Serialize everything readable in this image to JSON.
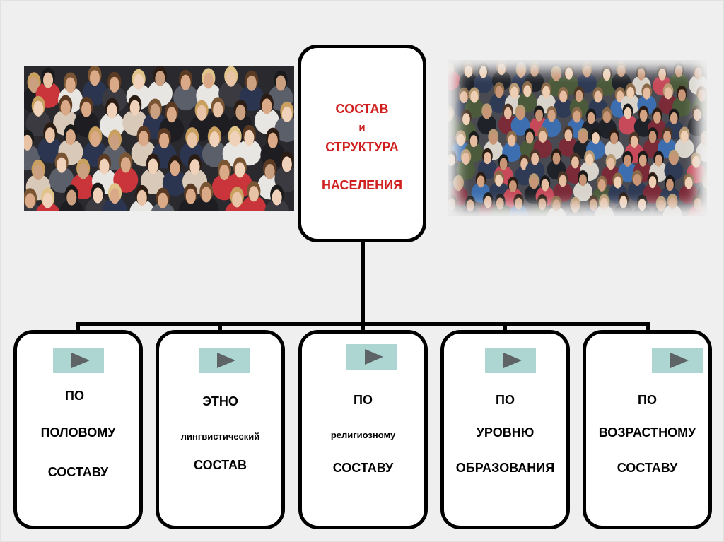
{
  "diagram": {
    "root": {
      "lines": [
        "СОСТАВ",
        "и",
        "СТРУКТУРА",
        "НАСЕЛЕНИЯ"
      ]
    },
    "children": [
      {
        "lines": [
          "ПО",
          "ПОЛОВОМУ",
          "СОСТАВУ"
        ]
      },
      {
        "lines": [
          "ЭТНО",
          "лингвистический",
          "СОСТАВ"
        ]
      },
      {
        "lines": [
          "ПО",
          "религиозному",
          "СОСТАВУ"
        ]
      },
      {
        "lines": [
          "ПО",
          "УРОВНЮ",
          "ОБРАЗОВАНИЯ"
        ]
      },
      {
        "lines": [
          "ПО",
          "ВОЗРАСТНОМУ",
          "СОСТАВУ"
        ]
      }
    ]
  },
  "colors": {
    "root_text": "#d01f1f",
    "play_button": "#add6d3",
    "play_arrow": "#5e6366"
  },
  "icons": {
    "play": "play-icon"
  }
}
